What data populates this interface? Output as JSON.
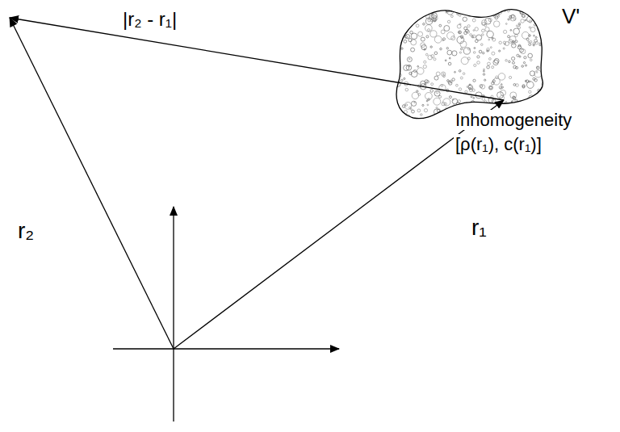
{
  "diagram": {
    "labels": [
      "V'",
      "|r₂ - r₁|",
      "Inhomogeneity",
      "[ρ(r₁), c(r₁)]",
      "r₂",
      "r₁"
    ]
  }
}
